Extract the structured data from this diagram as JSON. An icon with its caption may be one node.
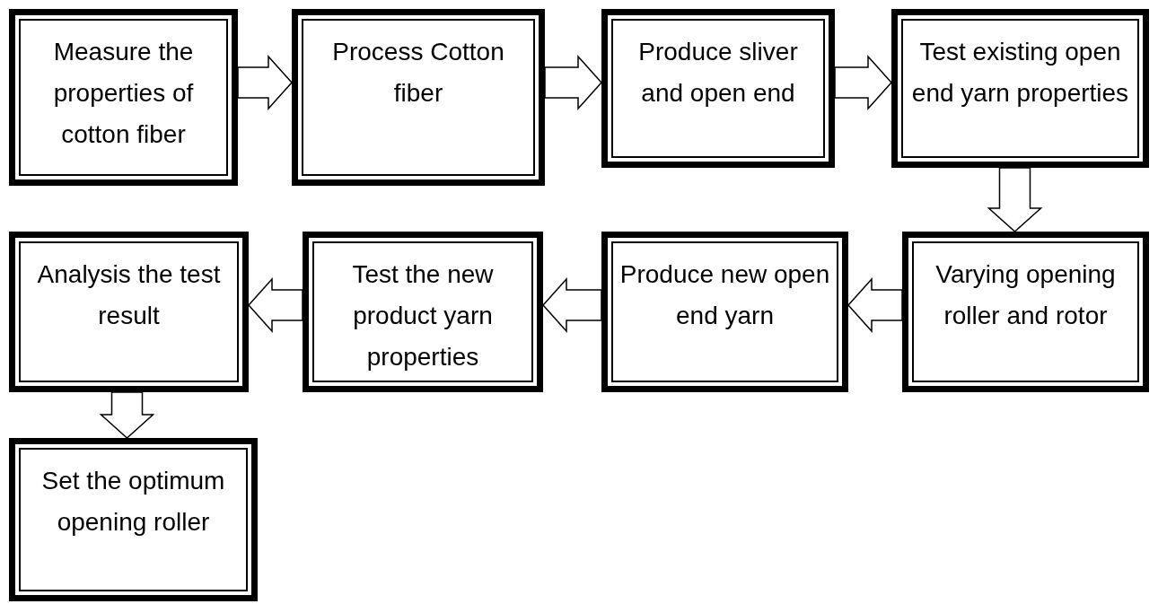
{
  "diagram": {
    "nodes": [
      {
        "text": [
          "Measure the properties of cotton fiber"
        ]
      },
      {
        "text": [
          "Process Cotton fiber"
        ]
      },
      {
        "text": [
          "Produce sliver and open end"
        ]
      },
      {
        "text": [
          "Test existing open end yarn properties"
        ]
      },
      {
        "text": [
          "Varying opening roller and rotor"
        ]
      },
      {
        "text": [
          "Produce new open end yarn"
        ]
      },
      {
        "text": [
          "Test the new product yarn properties"
        ]
      },
      {
        "text": [
          "Analysis the test result"
        ]
      },
      {
        "text": [
          "Set the optimum opening roller"
        ]
      }
    ],
    "edges": [
      {
        "from": 0,
        "to": 1,
        "arrow": "to"
      },
      {
        "from": 1,
        "to": 2,
        "arrow": "to"
      },
      {
        "from": 2,
        "to": 3,
        "arrow": "to"
      },
      {
        "from": 3,
        "to": 4,
        "arrow": "to"
      },
      {
        "from": 4,
        "to": 5,
        "arrow": "to"
      },
      {
        "from": 5,
        "to": 6,
        "arrow": "to"
      },
      {
        "from": 6,
        "to": 7,
        "arrow": "to"
      },
      {
        "from": 7,
        "to": 8,
        "arrow": "to"
      }
    ]
  }
}
